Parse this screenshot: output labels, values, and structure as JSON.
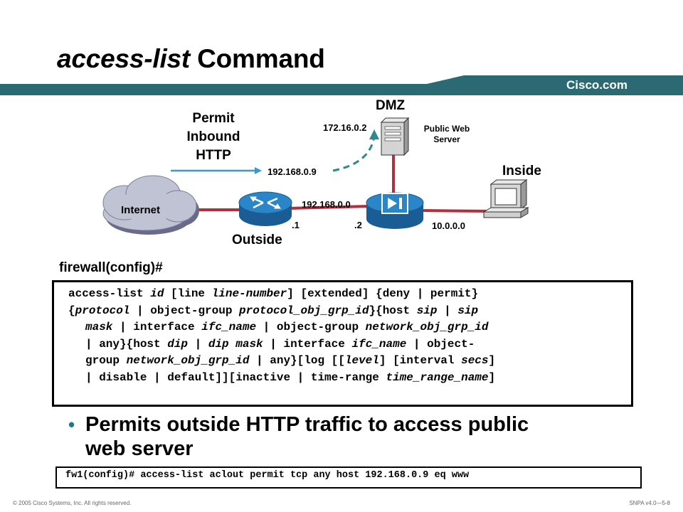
{
  "slide": {
    "title_italic": "access-list",
    "title_rest": " Command",
    "brand": "Cisco.com",
    "footer_left": "© 2005 Cisco Systems, Inc. All rights reserved.",
    "footer_right": "SNPA v4.0—5-8"
  },
  "colors": {
    "band": "#2c6a73",
    "link": "#b03040",
    "dashed_arrow": "#2e8a8a",
    "arrow": "#3a9ad0",
    "router_blue": "#2a86c6"
  },
  "diagram": {
    "dmz": "DMZ",
    "permit_line1": "Permit",
    "permit_line2": "Inbound",
    "permit_line3": "HTTP",
    "server_ip": "172.16.0.2",
    "server_line1": "Public Web",
    "server_line2": "Server",
    "static_ip": "192.168.0.9",
    "inside": "Inside",
    "internet": "Internet",
    "outside_net": "192.168.0.0",
    "router_host": ".1",
    "firewall_host": ".2",
    "inside_net": "10.0.0.0",
    "outside": "Outside",
    "icons": [
      "internet-cloud-icon",
      "router-icon",
      "firewall-icon",
      "server-icon",
      "pc-icon"
    ]
  },
  "prompt": "firewall(config)#",
  "syntax": {
    "l1a": "access-list ",
    "l1b": "id",
    "l1c": " [line ",
    "l1d": "line-number",
    "l1e": "] [extended] {deny | permit}",
    "l2a": "{",
    "l2b": "protocol",
    "l2c": " | object-group ",
    "l2d": "protocol_obj_grp_id",
    "l2e": "}{host ",
    "l2f": "sip",
    "l2g": " | ",
    "l2h": "sip",
    "l3a": "mask",
    "l3b": " | interface ",
    "l3c": "ifc_name",
    "l3d": " | object-group ",
    "l3e": "network_obj_grp_id",
    "l4a": "| any}{host ",
    "l4b": "dip",
    "l4c": " | ",
    "l4d": "dip mask",
    "l4e": " | interface ",
    "l4f": "ifc_name",
    "l4g": " | object-",
    "l5a": "group ",
    "l5b": "network_obj_grp_id",
    "l5c": " | any}[log [[",
    "l5d": "level",
    "l5e": "] [interval ",
    "l5f": "secs",
    "l5g": "]",
    "l6a": "| disable | default]][inactive | time-range ",
    "l6b": "time_range_name",
    "l6c": "]"
  },
  "bullet": {
    "marker": "•",
    "line1": "Permits outside HTTP traffic to access public",
    "line2": "web server"
  },
  "example": "fw1(config)# access-list aclout permit tcp any host 192.168.0.9 eq www"
}
